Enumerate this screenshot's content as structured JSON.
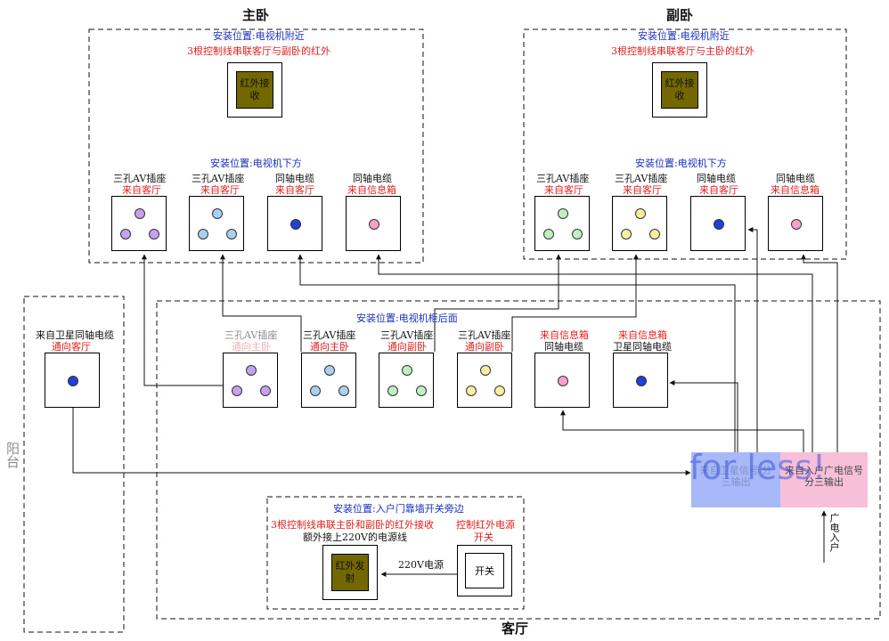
{
  "rooms": {
    "master_bedroom": "主卧",
    "second_bedroom": "副卧",
    "living_room": "客厅",
    "balcony": "阳台"
  },
  "master": {
    "install_note_ir": "安装位置:电视机附近",
    "ir_control_note": "3根控制线串联客厅与副卧的红外",
    "ir_receiver": "红外接收",
    "install_note_tv": "安装位置:电视机下方",
    "sockets": [
      {
        "label": "三孔AV插座",
        "source": "来自客厅"
      },
      {
        "label": "三孔AV插座",
        "source": "来自客厅"
      },
      {
        "label": "同轴电缆",
        "source": "来自客厅"
      },
      {
        "label": "同轴电缆",
        "source": "来自信息箱"
      }
    ]
  },
  "second": {
    "install_note_ir": "安装位置:电视机附近",
    "ir_control_note": "3根控制线串联客厅与主卧的红外",
    "ir_receiver": "红外接收",
    "install_note_tv": "安装位置:电视机下方",
    "sockets": [
      {
        "label": "三孔AV插座",
        "source": "来自客厅"
      },
      {
        "label": "三孔AV插座",
        "source": "来自客厅"
      },
      {
        "label": "同轴电缆",
        "source": "来自客厅"
      },
      {
        "label": "同轴电缆",
        "source": "来自信息箱"
      }
    ]
  },
  "living": {
    "install_note_cabinet": "安装位置:电视机柜后面",
    "sockets": [
      {
        "label": "三孔AV插座",
        "dest": "通向主卧"
      },
      {
        "label": "三孔AV插座",
        "dest": "通向主卧"
      },
      {
        "label": "三孔AV插座",
        "dest": "通向副卧"
      },
      {
        "label": "三孔AV插座",
        "dest": "通向副卧"
      },
      {
        "label": "同轴电缆",
        "dest": "来自信息箱"
      },
      {
        "label": "卫星同轴电缆",
        "dest": "来自信息箱"
      }
    ],
    "install_note_door": "安装位置:入户门靠墙开关旁边",
    "ir_emitter_note": "3根控制线串联主卧和副卧的红外接收",
    "extra_power_note": "额外接上220V的电源线",
    "switch_note_line1": "控制红外电源",
    "switch_note_line2": "开关",
    "ir_emitter": "红外发射",
    "power_label": "220V电源",
    "switch_label": "开关"
  },
  "balcony_socket": {
    "label": "来自卫星同轴电缆",
    "dest": "通向客厅"
  },
  "splitters": {
    "satellite": "来自卫星信号 分三输出",
    "cable_tv": "来自入户广电信号 分三输出",
    "watermark": "for less!"
  },
  "cable_entry": "广电入户",
  "colors": {
    "purple": "#c8a0f0",
    "light_blue": "#a8d0f0",
    "light_green": "#c0f0c0",
    "light_yellow": "#f8f0a0",
    "pink": "#f8a0c8",
    "blue": "#2040d8",
    "splitter_blue": "#a8b8f8",
    "splitter_pink": "#f8c0d8",
    "ir_olive": "#736800"
  }
}
